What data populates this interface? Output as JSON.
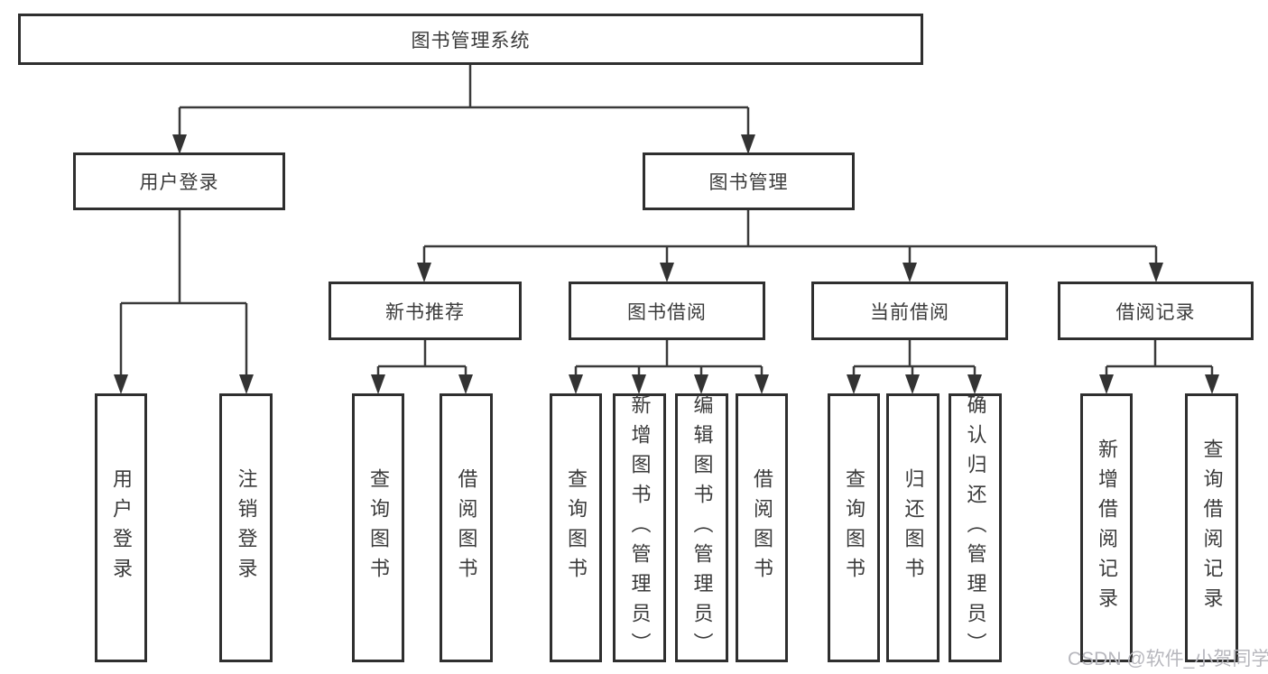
{
  "diagram": {
    "tree": {
      "label": "图书管理系统",
      "children": [
        {
          "label": "用户登录",
          "children": [
            {
              "label": "用户登录"
            },
            {
              "label": "注销登录"
            }
          ]
        },
        {
          "label": "图书管理",
          "children": [
            {
              "label": "新书推荐",
              "children": [
                {
                  "label": "查询图书"
                },
                {
                  "label": "借阅图书"
                }
              ]
            },
            {
              "label": "图书借阅",
              "children": [
                {
                  "label": "查询图书"
                },
                {
                  "label": "新增图书（管理员）"
                },
                {
                  "label": "编辑图书（管理员）"
                },
                {
                  "label": "借阅图书"
                }
              ]
            },
            {
              "label": "当前借阅",
              "children": [
                {
                  "label": "查询图书"
                },
                {
                  "label": "归还图书"
                },
                {
                  "label": "确认归还（管理员）"
                }
              ]
            },
            {
              "label": "借阅记录",
              "children": [
                {
                  "label": "新增借阅记录"
                },
                {
                  "label": "查询借阅记录"
                }
              ]
            }
          ]
        }
      ]
    },
    "colors": {
      "border": "#2f2f2f",
      "line": "#3a3a3a",
      "text": "#3b3b3b",
      "background": "#ffffff",
      "watermark": "#b7b7bd"
    }
  },
  "watermark": {
    "text": "CSDN @软件_小贺同学"
  }
}
